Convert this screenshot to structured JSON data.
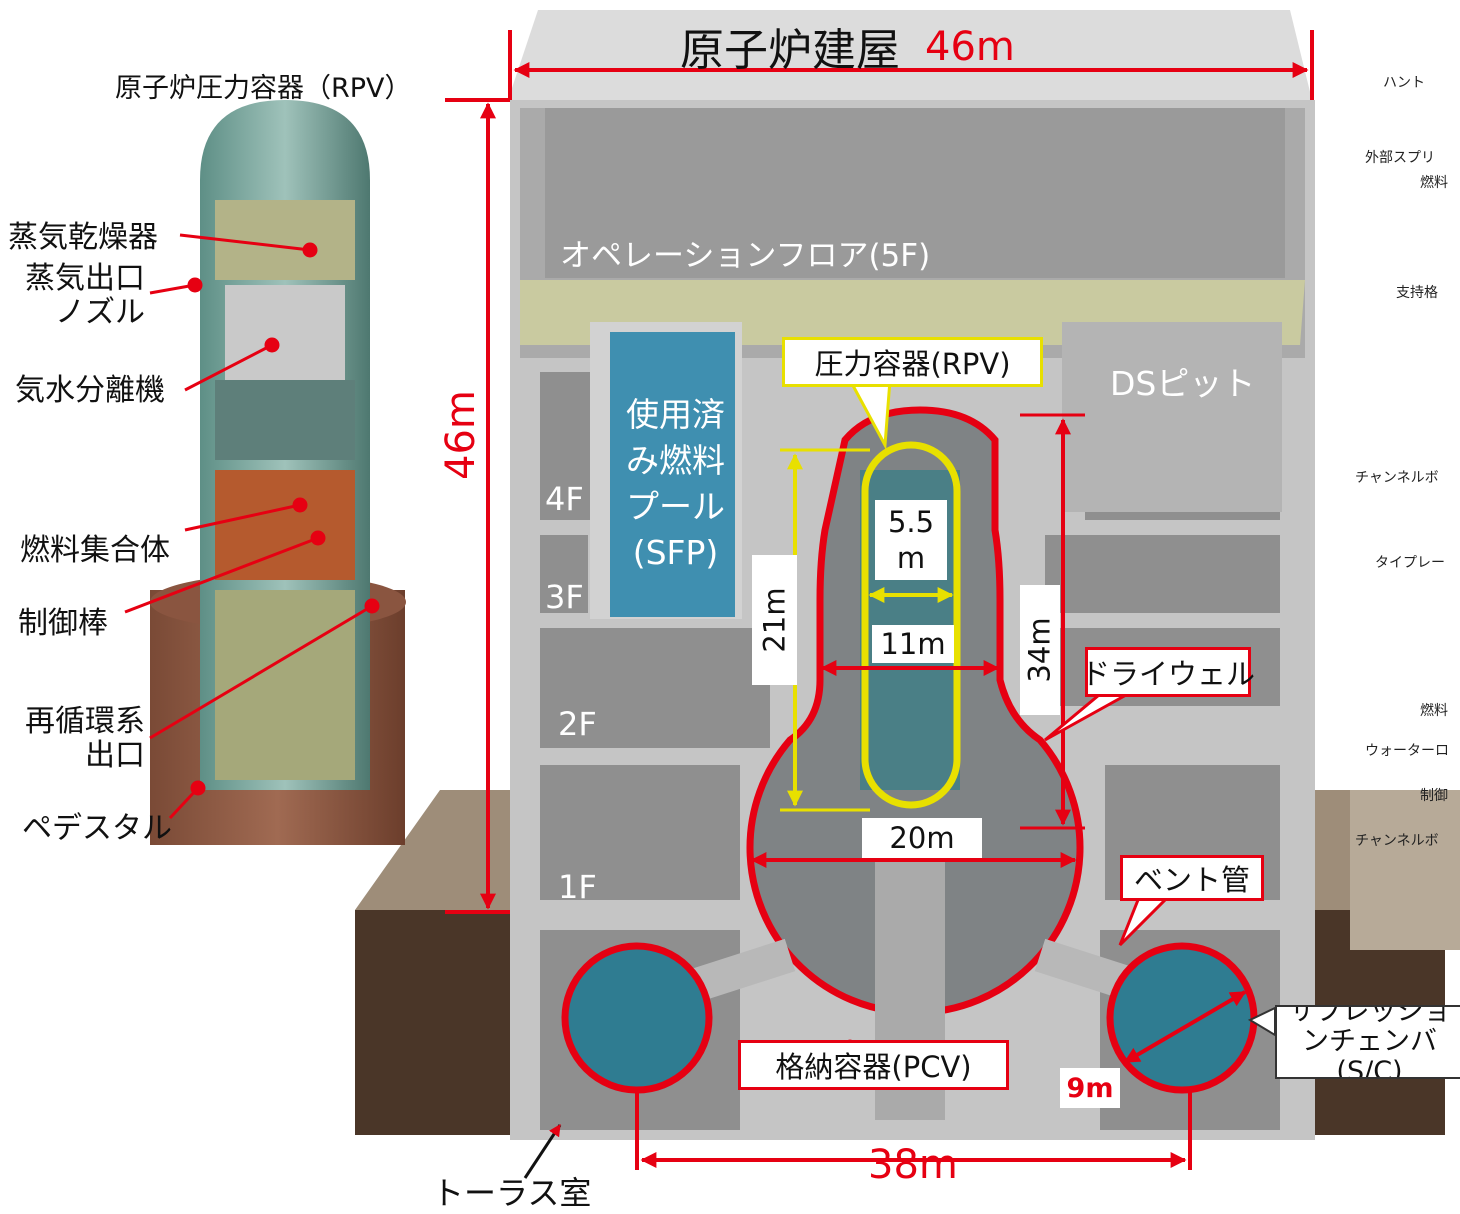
{
  "building": {
    "title": "原子炉建屋",
    "width": "46m",
    "height": "46m",
    "base_span": "38m"
  },
  "rpv_figure": {
    "title": "原子炉圧力容器（RPV）",
    "parts": [
      "蒸気乾燥器",
      "蒸気出口ノズル",
      "気水分離機",
      "燃料集合体",
      "制御棒",
      "再循環系出口",
      "ペデスタル"
    ]
  },
  "floors": [
    "4F",
    "3F",
    "2F",
    "1F"
  ],
  "areas": {
    "operation_floor": "オペレーションフロア(5F)",
    "sfp": "使用済み燃料プール(SFP)",
    "ds_pit": "DSピット",
    "torus_room": "トーラス室"
  },
  "callouts": {
    "rpv": "圧力容器(RPV)",
    "drywell": "ドライウェル",
    "vent_pipe": "ベント管",
    "suppression_chamber": "サプレッションチェンバ(S/C)",
    "pcv": "格納容器(PCV)"
  },
  "dimensions": {
    "rpv_diameter": "5.5 m",
    "rpv_height": "21m",
    "drywell_width": "11m",
    "pcv_height": "34m",
    "pcv_width": "20m",
    "sc_diameter": "9m"
  },
  "right_panel": {
    "labels": [
      "ハント",
      "外部スプリ",
      "燃料",
      "支持格",
      "チャンネルボ",
      "タイプレー",
      "燃料",
      "ウォーターロ",
      "制御",
      "チャンネルボ"
    ]
  },
  "colors": {
    "accent_red": "#e60012",
    "rpv_yellow": "#e8e000",
    "concrete": "#c8c8c8",
    "pool_blue": "#3f8fb0"
  }
}
